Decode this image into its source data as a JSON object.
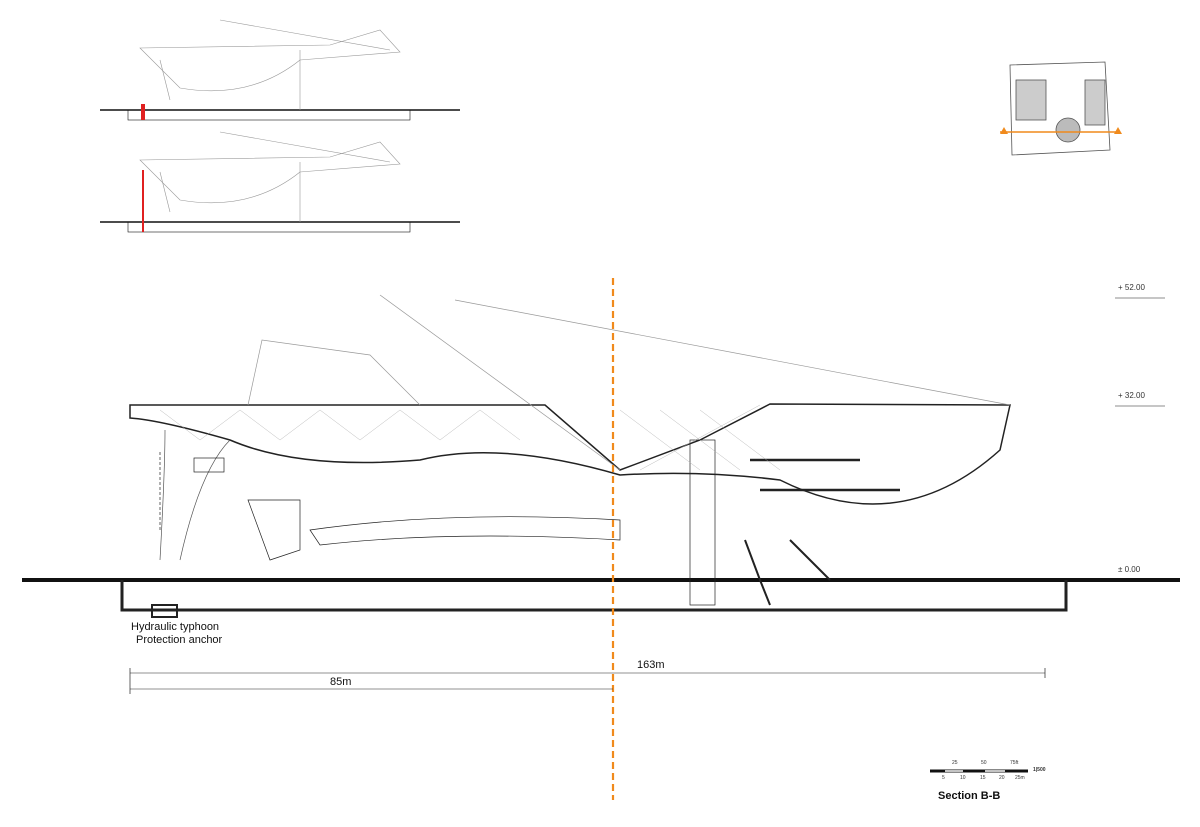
{
  "title": "Section B-B",
  "anchor_label": [
    "Hydraulic typhoon",
    "Protection anchor"
  ],
  "dimensions": {
    "total": "163m",
    "partial": "85m"
  },
  "levels": [
    "+ 52.00",
    "+ 32.00",
    "± 0.00"
  ],
  "scale": {
    "ft": [
      "25",
      "50",
      "75ft"
    ],
    "m": [
      "5",
      "10",
      "15",
      "20",
      "25m"
    ],
    "ratio": "1|500"
  },
  "colors": {
    "cut_line": "#f08a1c",
    "anchor": "#e02020",
    "ink": "#111111"
  }
}
